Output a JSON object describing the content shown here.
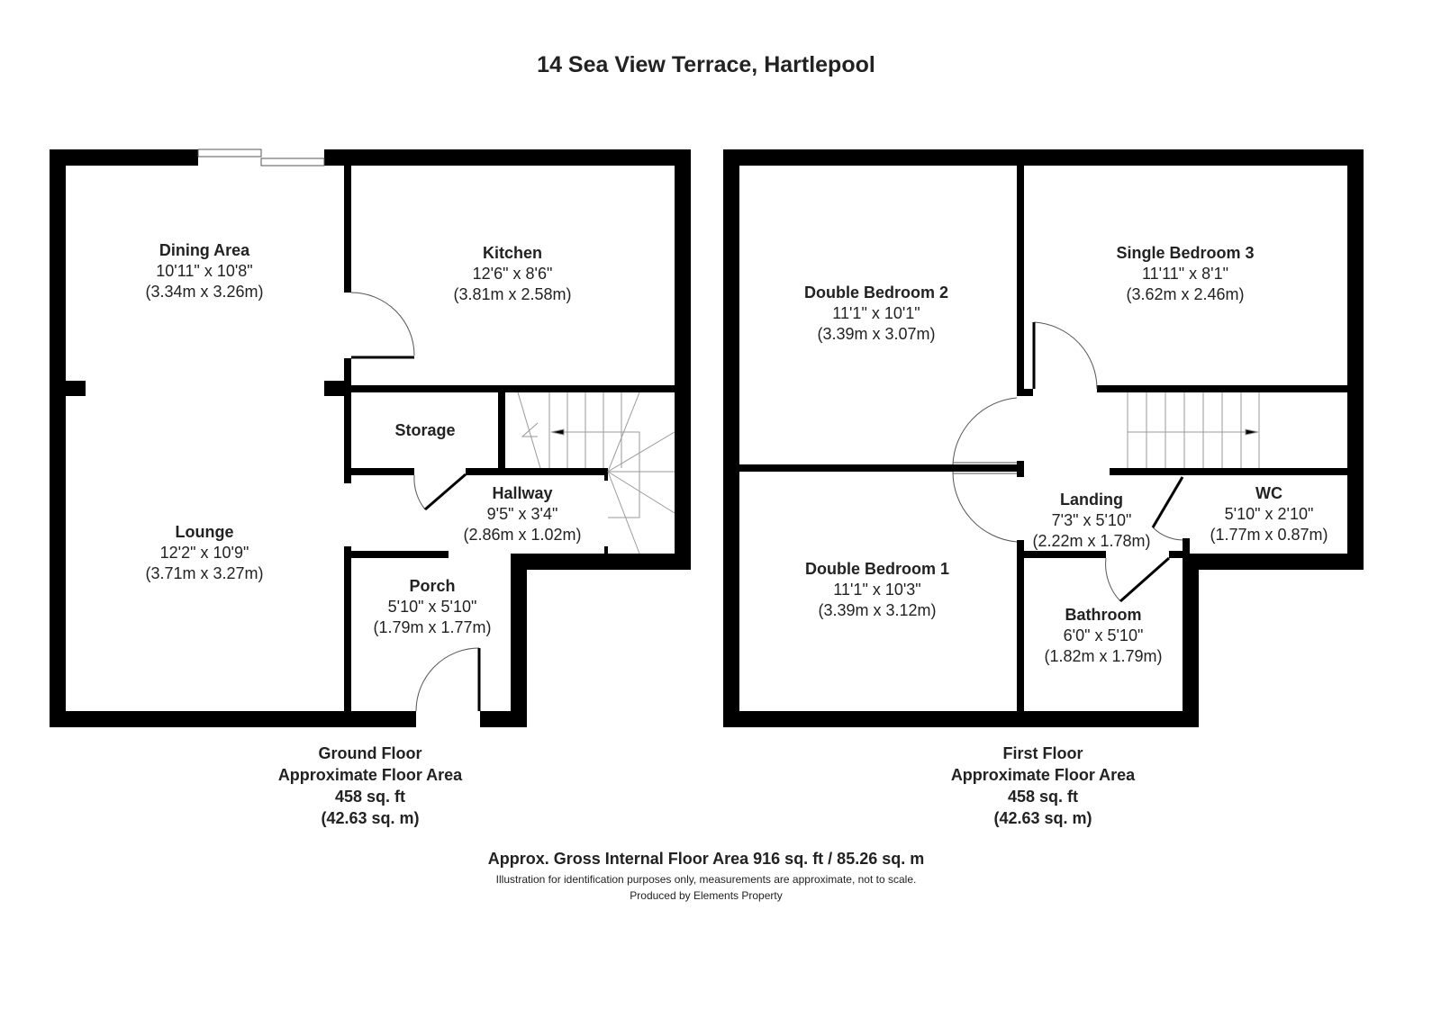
{
  "title": "14 Sea View Terrace, Hartlepool",
  "ground_floor": {
    "rooms": [
      {
        "name": "Dining Area",
        "imperial": "10'11\" x 10'8\"",
        "metric": "(3.34m x 3.26m)"
      },
      {
        "name": "Kitchen",
        "imperial": "12'6\" x 8'6\"",
        "metric": "(3.81m x 2.58m)"
      },
      {
        "name": "Storage"
      },
      {
        "name": "Hallway",
        "imperial": "9'5\" x 3'4\"",
        "metric": "(2.86m x 1.02m)"
      },
      {
        "name": "Lounge",
        "imperial": "12'2\" x 10'9\"",
        "metric": "(3.71m x 3.27m)"
      },
      {
        "name": "Porch",
        "imperial": "5'10\" x 5'10\"",
        "metric": "(1.79m x 1.77m)"
      }
    ],
    "label": "Ground Floor",
    "area_label": "Approximate Floor Area",
    "area_sqft": "458 sq. ft",
    "area_sqm": "(42.63 sq. m)"
  },
  "first_floor": {
    "rooms": [
      {
        "name": "Double Bedroom 2",
        "imperial": "11'1\" x 10'1\"",
        "metric": "(3.39m x 3.07m)"
      },
      {
        "name": "Single Bedroom 3",
        "imperial": "11'11\" x 8'1\"",
        "metric": "(3.62m x 2.46m)"
      },
      {
        "name": "Landing",
        "imperial": "7'3\" x 5'10\"",
        "metric": "(2.22m x 1.78m)"
      },
      {
        "name": "WC",
        "imperial": "5'10\" x 2'10\"",
        "metric": "(1.77m x 0.87m)"
      },
      {
        "name": "Double Bedroom 1",
        "imperial": "11'1\" x 10'3\"",
        "metric": "(3.39m x 3.12m)"
      },
      {
        "name": "Bathroom",
        "imperial": "6'0\" x 5'10\"",
        "metric": "(1.82m x 1.79m)"
      }
    ],
    "label": "First Floor",
    "area_label": "Approximate Floor Area",
    "area_sqft": "458 sq. ft",
    "area_sqm": "(42.63 sq. m)"
  },
  "footer": {
    "gross": "Approx. Gross Internal Floor Area 916 sq. ft / 85.26 sq. m",
    "disclaimer": "Illustration for identification purposes only, measurements are approximate, not to scale.",
    "producer": "Produced by Elements Property"
  }
}
